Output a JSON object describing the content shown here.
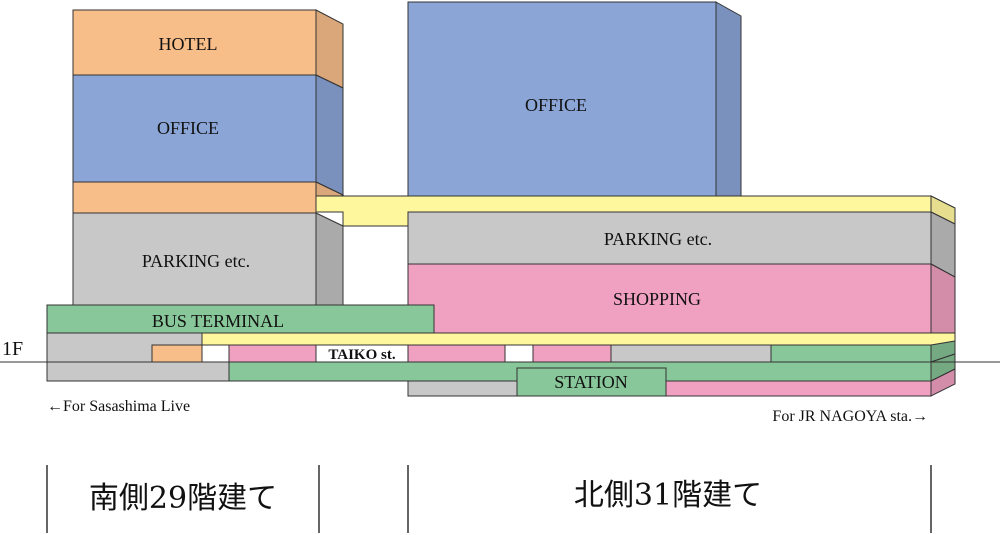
{
  "colors": {
    "hotel": "#F7BE8A",
    "office": "#8AA5D6",
    "parking": "#C8C8C8",
    "bus_terminal": "#88C799",
    "shopping": "#F0A0C0",
    "yellow_band": "#FFF79E",
    "station": "#88C799"
  },
  "labels": {
    "hotel": "HOTEL",
    "office_south": "OFFICE",
    "office_north": "OFFICE",
    "parking_south": "PARKING etc.",
    "parking_north": "PARKING etc.",
    "shopping": "SHOPPING",
    "bus_terminal": "BUS TERMINAL",
    "taiko_st": "TAIKO st.",
    "station": "STATION",
    "floor_1f": "1F",
    "dir_left": "←For  Sasashima Live",
    "dir_right": "For  JR NAGOYA sta.→",
    "south_tower": "南側29階建て",
    "north_tower": "北側31階建て"
  }
}
